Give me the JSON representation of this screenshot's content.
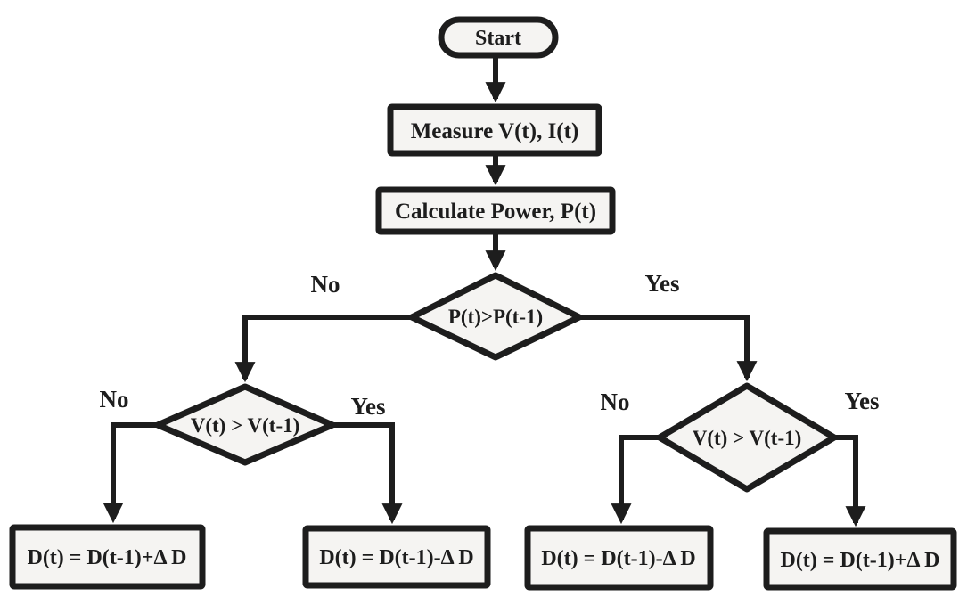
{
  "flowchart": {
    "description": "Perturb and Observe MPPT algorithm flowchart",
    "start": {
      "label": "Start"
    },
    "measure": {
      "label": "Measure V(t), I(t)"
    },
    "calculate": {
      "label": "Calculate Power, P(t)"
    },
    "power_decision": {
      "label": "P(t)>P(t-1)",
      "no_label": "No",
      "yes_label": "Yes"
    },
    "left_decision": {
      "label": "V(t) > V(t-1)",
      "no_label": "No",
      "yes_label": "Yes"
    },
    "right_decision": {
      "label": "V(t) > V(t-1)",
      "no_label": "No",
      "yes_label": "Yes"
    },
    "outcomes": {
      "left_no": {
        "label": "D(t) = D(t-1)+Δ D"
      },
      "left_yes": {
        "label": "D(t) = D(t-1)-Δ D"
      },
      "right_no": {
        "label": "D(t) = D(t-1)-Δ D"
      },
      "right_yes": {
        "label": "D(t) = D(t-1)+Δ D"
      }
    },
    "colors": {
      "stroke": "#1d1d1d",
      "node_fill": "#f5f4f2",
      "background": "#ffffff"
    }
  }
}
